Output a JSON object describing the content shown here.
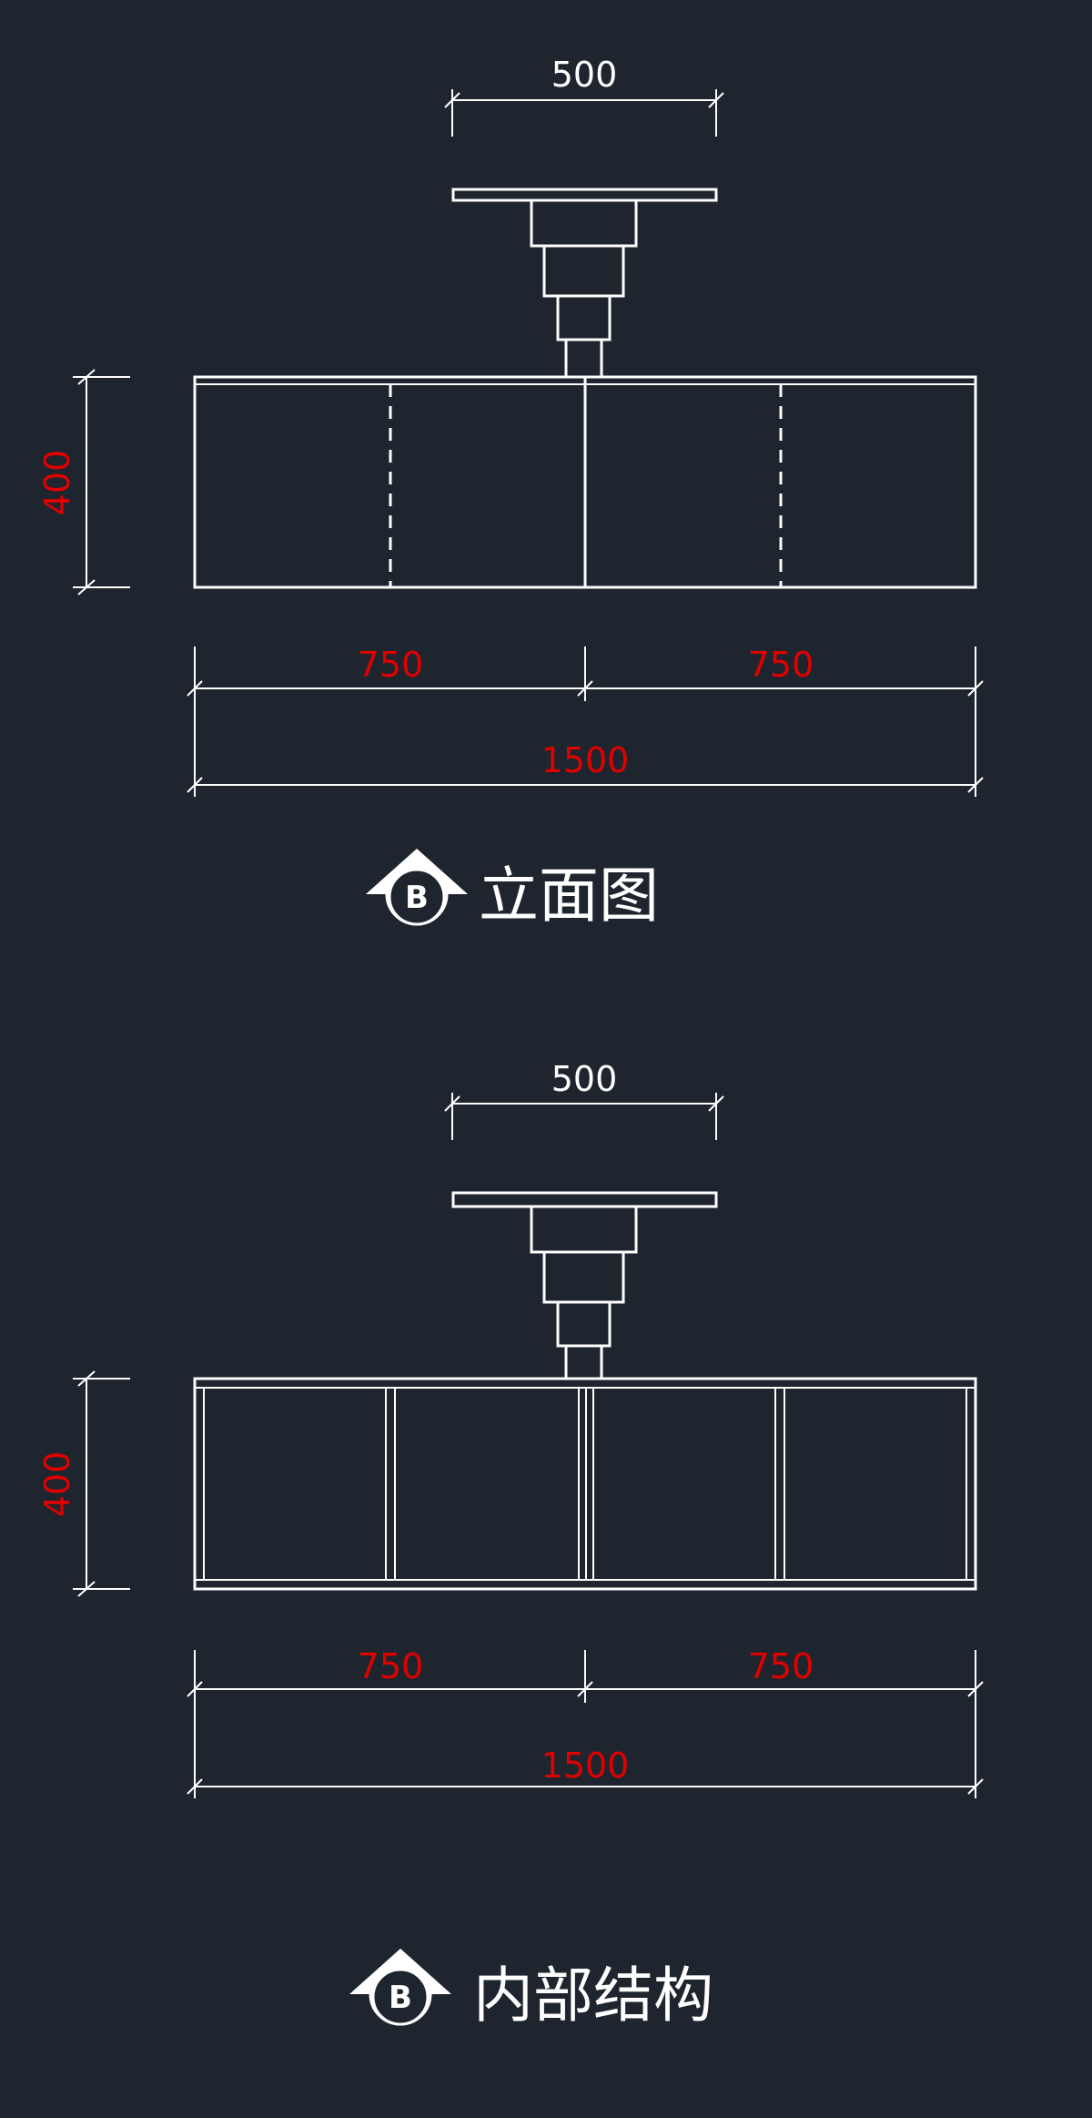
{
  "colors": {
    "background": "#1f252e",
    "line": "#ffffff",
    "dimension_red": "#e00000"
  },
  "views": [
    {
      "title": "立面图",
      "symbol": "B",
      "dims": {
        "top": "500",
        "height": "400",
        "left": "750",
        "right": "750",
        "total": "1500"
      }
    },
    {
      "title": "内部结构",
      "symbol": "B",
      "dims": {
        "top": "500",
        "height": "400",
        "left": "750",
        "right": "750",
        "total": "1500"
      }
    }
  ]
}
